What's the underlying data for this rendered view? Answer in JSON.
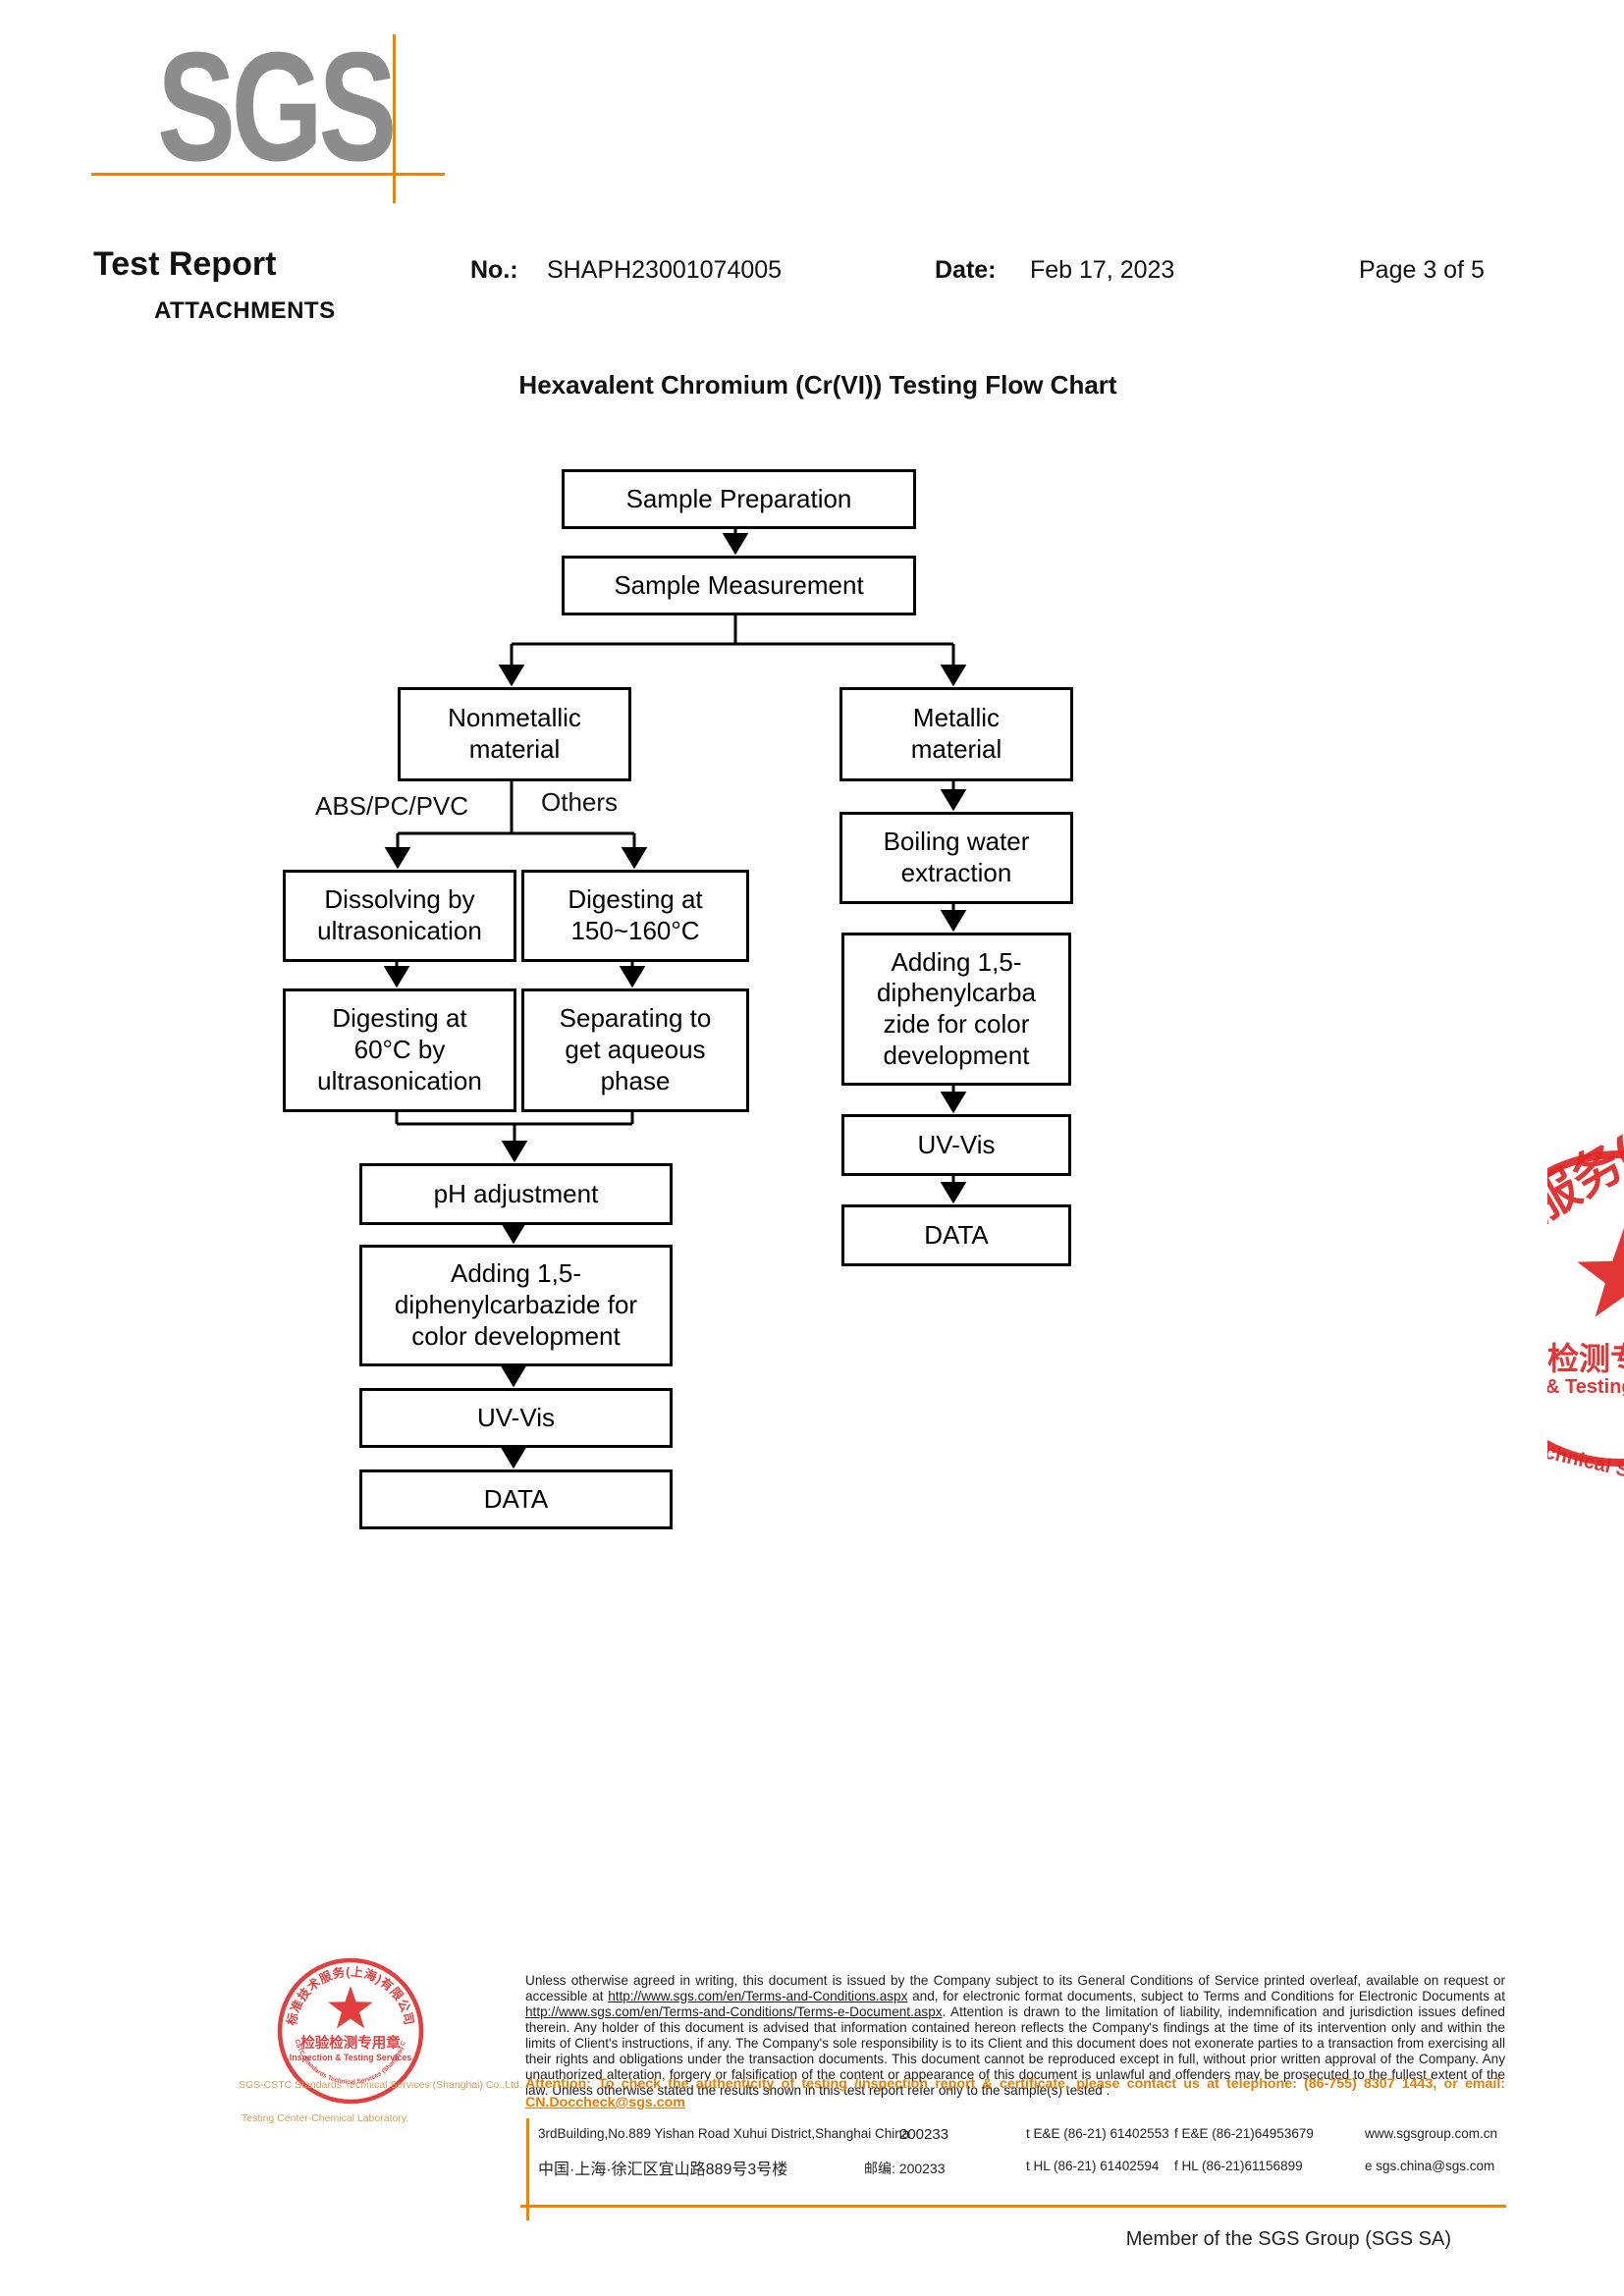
{
  "header": {
    "logo": "SGS",
    "title": "Test Report",
    "attachments": "ATTACHMENTS",
    "no_label": "No.:",
    "no_value": "SHAPH23001074005",
    "date_label": "Date:",
    "date_value": "Feb 17, 2023",
    "page_info": "Page 3 of 5"
  },
  "flowchart": {
    "title": "Hexavalent Chromium (Cr(VI)) Testing Flow Chart",
    "type": "flow-diagram",
    "nodes": {
      "sample_preparation": "Sample Preparation",
      "sample_measurement": "Sample Measurement",
      "nonmetallic": "Nonmetallic\nmaterial",
      "metallic": "Metallic\nmaterial",
      "dissolving": "Dissolving by\nultrasonication",
      "digesting_high": "Digesting at\n150~160°C",
      "digesting_low": "Digesting at\n60°C by\nultrasonication",
      "separating": "Separating to\nget aqueous\nphase",
      "ph": "pH adjustment",
      "adding_left": "Adding 1,5-\ndiphenylcarbazide for\ncolor development",
      "uvvis_left": "UV-Vis",
      "data_left": "DATA",
      "boiling": "Boiling water\nextraction",
      "adding_right": "Adding 1,5-\ndiphenylcarba\nzide for color\ndevelopment",
      "uvvis_right": "UV-Vis",
      "data_right": "DATA"
    },
    "branch_labels": {
      "abs": "ABS/PC/PVC",
      "others": "Others"
    },
    "edges": [
      "Sample Preparation -> Sample Measurement",
      "Sample Measurement -> Nonmetallic material",
      "Sample Measurement -> Metallic material",
      "Nonmetallic material -(ABS/PC/PVC)-> Dissolving by ultrasonication",
      "Nonmetallic material -(Others)-> Digesting at 150~160°C",
      "Dissolving by ultrasonication -> Digesting at 60°C by ultrasonication",
      "Digesting at 150~160°C -> Separating to get aqueous phase",
      "Digesting at 60°C by ultrasonication + Separating to get aqueous phase -> pH adjustment",
      "pH adjustment -> Adding 1,5-diphenylcarbazide for color development",
      "Adding 1,5-diphenylcarbazide for color development -> UV-Vis",
      "UV-Vis -> DATA",
      "Metallic material -> Boiling water extraction",
      "Boiling water extraction -> Adding 1,5-diphenylcarbazide for color development",
      "Adding 1,5-diphenylcarbazide for color development -> UV-Vis (metallic)",
      "UV-Vis (metallic) -> DATA (metallic)"
    ]
  },
  "stamps": {
    "left": {
      "top_arc_text": "标准技术服务(上海)有限公司",
      "line1": "检验检测专用章",
      "line2": "Inspection & Testing Services",
      "bottom_arc_text": "SGS-CSTC Standards Technical Services (Shanghai) Co.,Ltd"
    },
    "right": {
      "fragment_top": "服务(",
      "fragment_mid1": "检测专",
      "fragment_mid2": "& Testing",
      "fragment_bottom": "chnical Ser"
    },
    "company_line1": "SGS-CSTC Standards Technical Services (Shanghai) Co.,Ltd.",
    "company_line2": "Testing Center-Chemical Laboratory."
  },
  "footer": {
    "legal": {
      "seg1": "Unless otherwise agreed in writing, this document is issued by the Company subject to its General Conditions of Service printed overleaf, available on request or accessible at ",
      "url1": "http://www.sgs.com/en/Terms-and-Conditions.aspx",
      "seg2": " and, for electronic format documents, subject to Terms and Conditions for Electronic Documents at ",
      "url2": "http://www.sgs.com/en/Terms-and-Conditions/Terms-e-Document.aspx",
      "seg3": ". Attention is drawn to the limitation of liability, indemnification and jurisdiction issues defined therein. Any holder of this document is advised that information contained hereon reflects the Company's findings at the time of its intervention only and within the limits of Client's instructions, if any. The Company's sole responsibility is to its Client and this document does not exonerate parties to a transaction from exercising all their rights and obligations under the transaction documents. This document cannot be reproduced except in full, without prior written approval of the Company. Any unauthorized alteration, forgery or falsification of the content or appearance of this document is unlawful and offenders may be prosecuted to the fullest extent of the law. Unless otherwise stated the results shown in this test report refer only to the sample(s) tested ."
    },
    "attention": {
      "text": "Attention: To check the authenticity of testing /inspection report & certificate, please contact us at telephone: (86-755) 8307 1443, or email: ",
      "email": "CN.Doccheck@sgs.com"
    },
    "address": {
      "en": "3rdBuilding,No.889 Yishan Road Xuhui District,Shanghai China",
      "en_zip": "200233",
      "cn": "中国·上海·徐汇区宜山路889号3号楼",
      "cn_zip": "邮编: 200233",
      "tel1": "t E&E (86-21) 61402553",
      "fax1": "f E&E (86-21)64953679",
      "tel2": "t HL (86-21) 61402594",
      "fax2": "f HL (86-21)61156899",
      "web": "www.sgsgroup.com.cn",
      "email": "e  sgs.china@sgs.com"
    },
    "member": "Member of the SGS Group (SGS SA)"
  },
  "colors": {
    "accent_orange": "#f08300",
    "stamp_red": "#e02424",
    "logo_gray": "#8c8c8c",
    "attention_orange": "#e87e04",
    "company_tan": "#dd9b55"
  }
}
